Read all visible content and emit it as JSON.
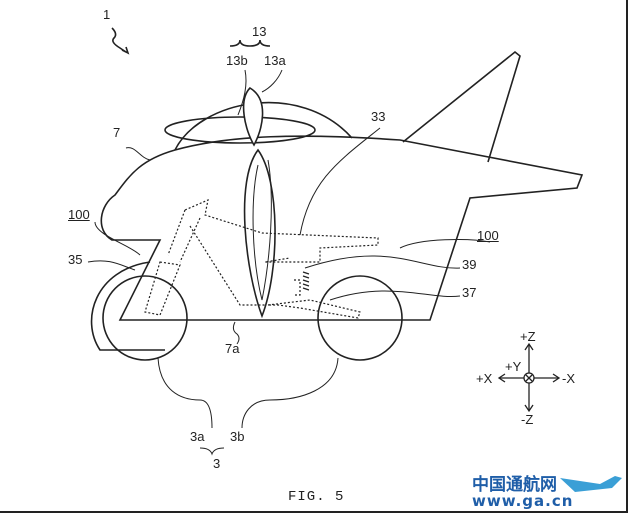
{
  "figure": {
    "caption": "FIG. 5",
    "ref_labels": {
      "vehicle": "1",
      "propeller": "13",
      "propeller_b": "13b",
      "propeller_a": "13a",
      "part_33": "33",
      "body": "7",
      "frame_left": "100",
      "frame_right": "100",
      "part_35": "35",
      "part_39": "39",
      "part_37": "37",
      "bottom": "7a",
      "wheel_a": "3a",
      "wheel_b": "3b",
      "wheels": "3"
    },
    "axes": {
      "plus_z": "+Z",
      "minus_z": "-Z",
      "plus_x": "+X",
      "minus_x": "-X",
      "plus_y": "+Y"
    }
  },
  "watermark": {
    "name": "中国通航网",
    "url": "www.ga.cn",
    "color": "#1f5ea8"
  }
}
